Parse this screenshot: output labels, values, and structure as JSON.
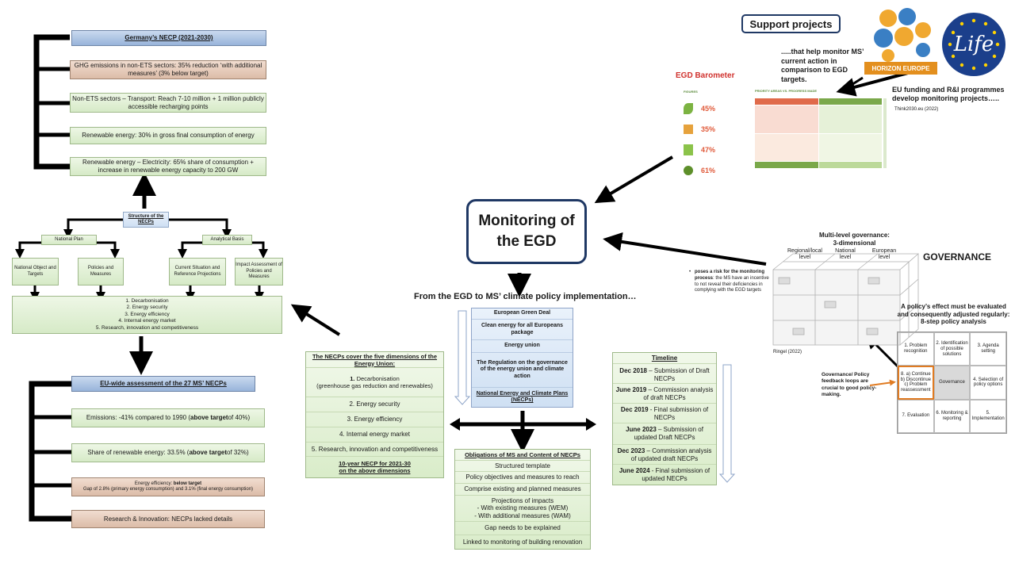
{
  "left": {
    "germany_title": "Germany’s NECP (2021-2030)",
    "germany_items": [
      "GHG emissions in non-ETS sectors: 35% reduction ‘with additional measures’ (3% below target)",
      "Non-ETS sectors – Transport: Reach 7-10 million + 1 million publicly accessible recharging points",
      "Renewable energy: 30% in gross final consumption of energy",
      "Renewable energy – Electricity: 65% share of consumption + increase in renewable energy capacity to 200 GW"
    ],
    "structure_label": "Structure of the NECPs",
    "national_plan": "National Plan",
    "analytical_basis": "Analytical Basis",
    "national_object": "National Object and Targets",
    "policies_measures": "Policies and Measures",
    "current_situation": "Current Situation and Reference Projections",
    "impact_assessment": "Impact Assessment of Policies and Measures",
    "dimensions": [
      "1. Decarbonisation",
      "2. Energy security",
      "3. Energy efficiency",
      "4. Internal energy market",
      "5. Research, innovation and competitiveness"
    ],
    "eu_title": "EU-wide assessment of the 27 MS’ NECPs",
    "eu_emissions": "Emissions: -41% compared to 1990 (",
    "eu_emissions_bold": "above target",
    "eu_emissions_tail": " of 40%)",
    "eu_renewable": "Share of renewable energy: 33.5% (",
    "eu_renewable_bold": "above target",
    "eu_renewable_tail": " of 32%)",
    "eu_efficiency_1": "Energy efficiency: ",
    "eu_efficiency_1_bold": "below target",
    "eu_efficiency_2": "Gap of 2.8% (primary energy consumption) and 3.1% (final energy consumption)",
    "eu_research": "Research & Innovation: NECPs lacked details"
  },
  "center": {
    "monitoring_line1": "Monitoring of",
    "monitoring_line2": "the EGD",
    "from_egd": "From the EGD to MS’ climate policy implementation…",
    "stack": [
      "European Green Deal",
      "Clean energy for all Europeans package",
      "Energy union",
      "The Regulation on the governance of the energy union and climate action"
    ],
    "stack_last": "National Energy and Climate Plans (NECPs)",
    "necps_cover_title": "The NECPs cover the five dimensions of the Energy Union:",
    "necps_cover_1": "1.",
    "necps_cover_1b": " Decarbonisation",
    "necps_cover_1c": "(greenhouse gas reduction and renewables)",
    "necps_cover": [
      "2. Energy security",
      "3. Energy efficiency",
      "4. Internal energy market",
      "5. Research, innovation and competitiveness"
    ],
    "necps_cover_footer_1": "10-year NECP for 2021-30",
    "necps_cover_footer_2": "on the above dimensions",
    "obligations_title": "Obligations of MS and Content of NECPs",
    "obligations": [
      "Structured template",
      "Policy objectives and measures to reach",
      "Comprise existing and planned measures"
    ],
    "projections_1": "Projections of impacts",
    "projections_2": "- With existing measures (WEM)",
    "projections_3": "- With additional measures (WAM)",
    "obligations_tail": [
      "Gap needs to be explained",
      "Linked to monitoring of building renovation"
    ],
    "timeline_title": "Timeline",
    "timeline": [
      {
        "date": "Dec 2018",
        "text": " – Submission of Draft NECPs"
      },
      {
        "date": "June 2019",
        "text": " – Commission analysis of draft NECPs"
      },
      {
        "date": "Dec 2019",
        "text": " -  Final submission of NECPs"
      },
      {
        "date": "June 2023",
        "text": " – Submission of updated Draft NECPs"
      },
      {
        "date": "Dec 2023",
        "text": " – Commission analysis of updated draft NECPs"
      },
      {
        "date": "June 2024",
        "text": " - Final submission of updated NECPs"
      }
    ]
  },
  "right": {
    "support_projects": "Support projects",
    "horizon": "HORIZON EUROPE",
    "life": "Life",
    "monitor_text": ".....that help monitor MS’ current action in comparison to EGD targets.",
    "egd_barometer": "EGD Barometer",
    "barometer_figures_label": "FIGURES",
    "barometer_priority": "PRIORITY AREAS VS. PROGRESS MADE",
    "barometer_stats": [
      "45%",
      "35%",
      "47%",
      "61%"
    ],
    "eu_funding": "EU funding and R&I programmes develop monitoring projects…..",
    "think2030": "Think2030.eu (2022)",
    "multilevel_1": "Multi-level governance:",
    "multilevel_2": "3-dimensional",
    "regional": "Regional/local level",
    "national": "National level",
    "european": "European level",
    "governance": "GOVERNANCE",
    "poses_risk_bold": "poses a risk for the monitoring process",
    "poses_risk_rest": ": the MS have an incentive to not reveal their deficiencies in complying with the EGD targets",
    "ringel": "Ringel (2022)",
    "policy_effect": "A policy’s effect must be evaluated and consequently adjusted regularly: 8-step policy analysis",
    "steps": [
      "1. Problem recognition",
      "2. Identification of possible solutions",
      "3. Agenda setting",
      "8. a) Continue b) Discontinue c) Problem reassessment",
      "Governance",
      "4. Selection of policy options",
      "7. Evaluation",
      "6. Monitoring & reporting",
      "5. Implementation"
    ],
    "feedback": "Governance/ Policy feedback loops are crucial to good policy-making."
  }
}
